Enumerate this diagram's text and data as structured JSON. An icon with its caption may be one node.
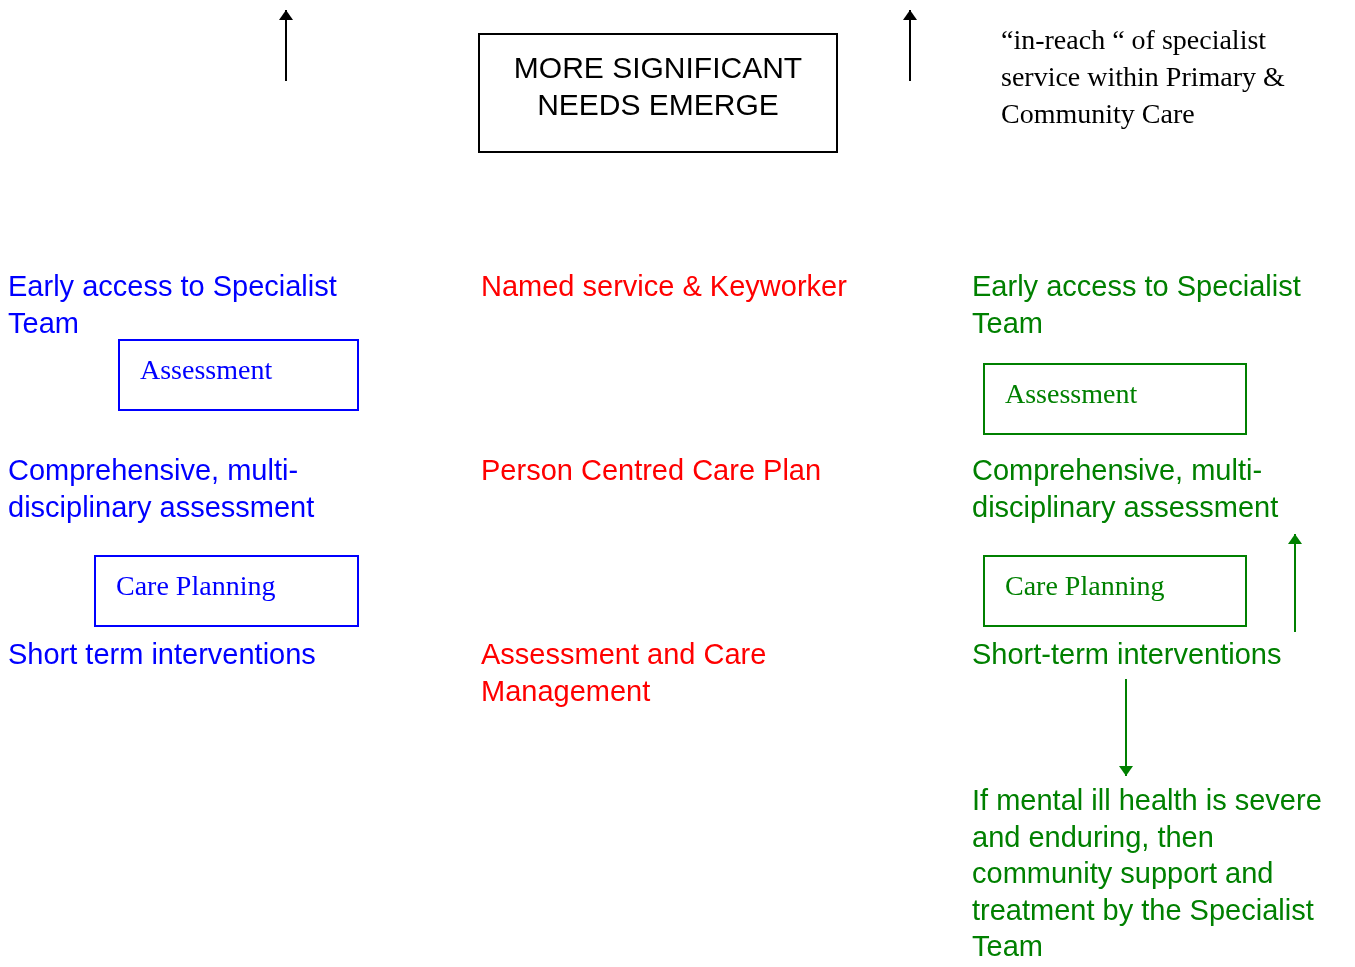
{
  "diagram": {
    "nodes": [
      {
        "text": [
          "MORE SIGNIFICANT NEEDS EMERGE"
        ]
      },
      {
        "text": [
          "Assessment"
        ]
      },
      {
        "text": [
          "Care Planning"
        ]
      },
      {
        "text": [
          "Assessment"
        ]
      },
      {
        "text": [
          "Comprehensive, multi-disciplinary assessment"
        ]
      },
      {
        "text": [
          "Care Planning"
        ]
      },
      {
        "text": [
          "Short-term interventions"
        ]
      },
      {
        "text": [
          "If mental ill health is severe and enduring, then community support and treatment by the Specialist Team"
        ]
      }
    ],
    "edges": [
      {
        "from": 6,
        "to": 4,
        "arrow": "to"
      },
      {
        "from": 6,
        "to": 7,
        "arrow": "to"
      }
    ],
    "labels": [
      "“in-reach “ of specialist service within Primary & Community Care",
      "Early access to Specialist Team",
      "Named service & Keyworker",
      "Early access to Specialist Team",
      "Comprehensive, multi-disciplinary assessment",
      "Person Centred Care Plan",
      "Short term interventions",
      "Assessment and Care Management"
    ]
  }
}
